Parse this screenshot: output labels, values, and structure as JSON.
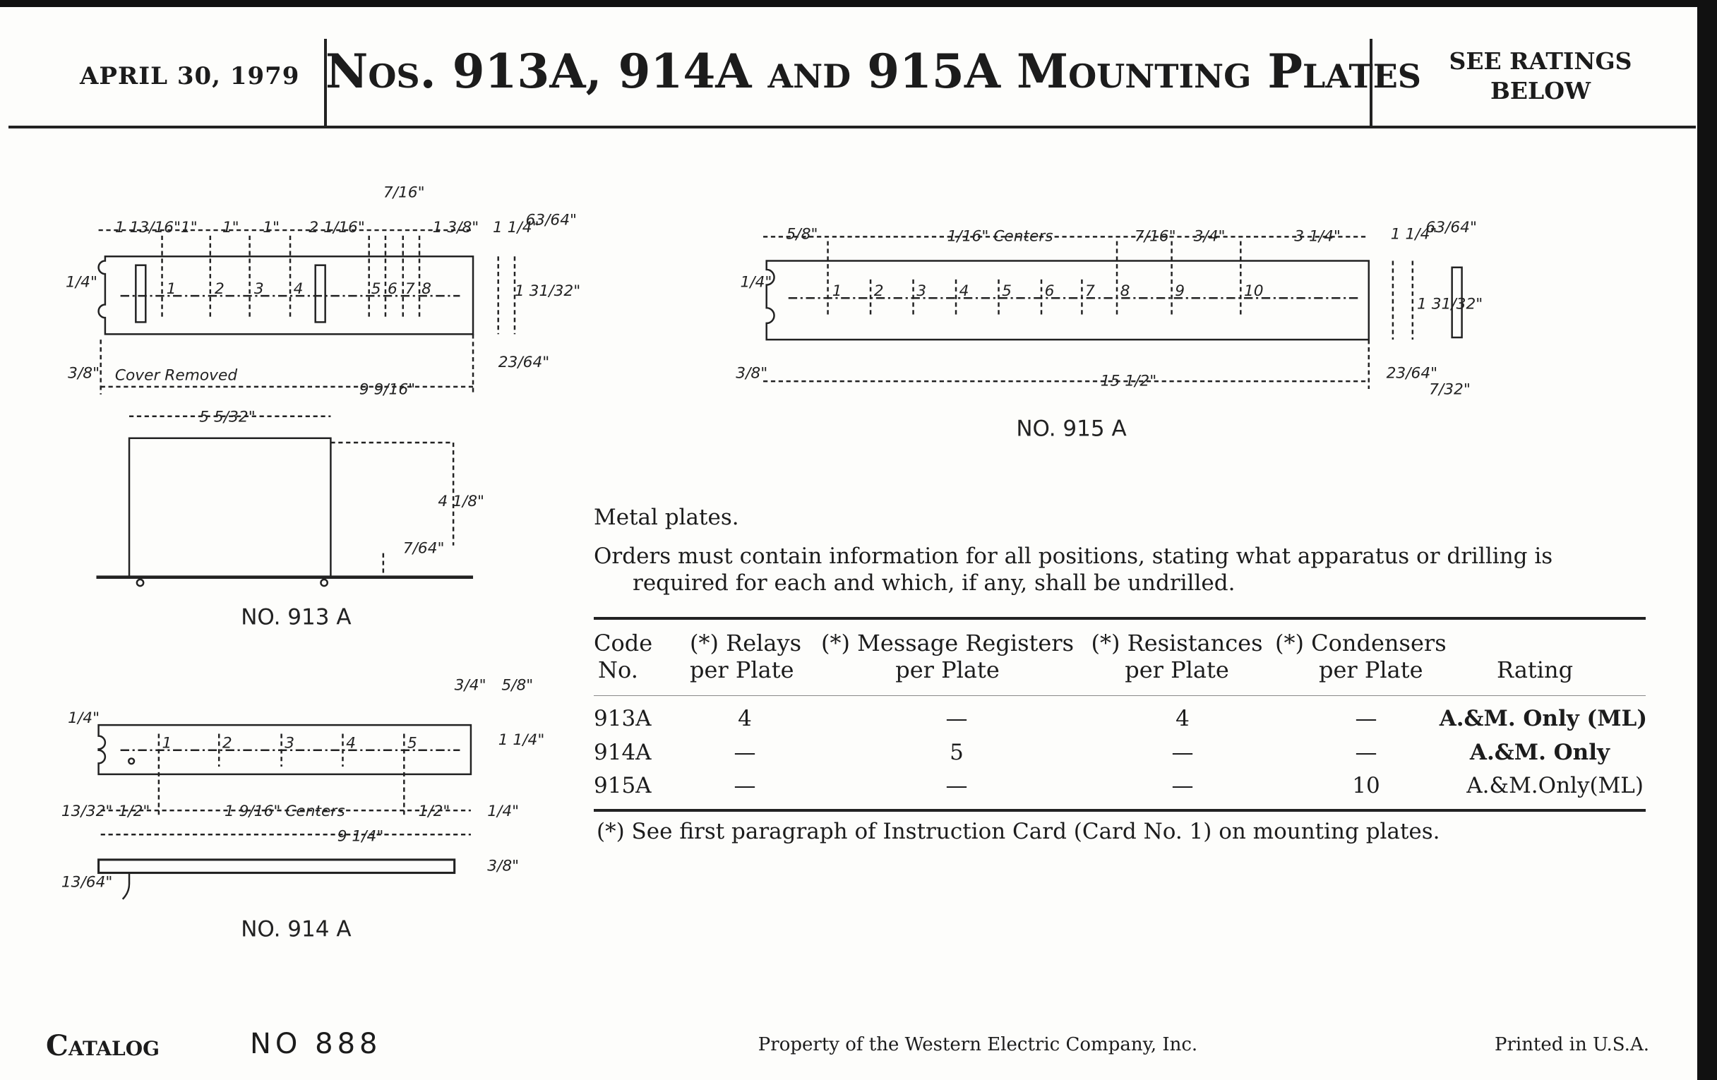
{
  "header": {
    "date": "APRIL 30, 1979",
    "title": "Nos. 913A, 914A and 915A Mounting Plates",
    "ratings_line1": "SEE RATINGS",
    "ratings_line2": "BELOW"
  },
  "drawings": {
    "d913": {
      "label": "NO. 913 A",
      "cover": "Cover Removed",
      "dims": [
        "1 13/16\"",
        "1\"",
        "1\"",
        "1\"",
        "2 1/16\"",
        "7/16\"",
        "1 3/8\"",
        "1 1/4\"",
        "63/64\"",
        "1/4\"",
        "1 31/32\"",
        "3/8\"",
        "23/64\"",
        "9 9/16\"",
        "5 5/32\"",
        "4 1/8\"",
        "7/64\""
      ],
      "positions": [
        "1",
        "2",
        "3",
        "4",
        "5",
        "6",
        "7",
        "8"
      ]
    },
    "d915": {
      "label": "NO. 915 A",
      "dims": [
        "5/8\"",
        "1/16\" Centers",
        "7/16\"",
        "3/4\"",
        "3 1/4\"",
        "1 1/4\"",
        "63/64\"",
        "1/4\"",
        "1 31/32\"",
        "3/8\"",
        "15 1/2\"",
        "23/64\"",
        "7/32\""
      ],
      "positions": [
        "1",
        "2",
        "3",
        "4",
        "5",
        "6",
        "7",
        "8",
        "9",
        "10"
      ]
    },
    "d914": {
      "label": "NO. 914 A",
      "dims": [
        "1/4\"",
        "3/4\"",
        "5/8\"",
        "1 1/4\"",
        "13/32\"",
        "1/2\"",
        "1 9/16\" Centers",
        "1/2\"",
        "1/4\"",
        "9 1/4\"",
        "13/64\"",
        "3/8\""
      ],
      "positions": [
        "1",
        "2",
        "3",
        "4",
        "5"
      ]
    }
  },
  "text": {
    "metal": "Metal plates.",
    "orders1": "Orders must contain information for all positions, stating what apparatus or drilling is",
    "orders2": "required for each and which, if any, shall be undrilled."
  },
  "table": {
    "headers": [
      [
        "Code",
        "No."
      ],
      [
        "(*) Relays",
        "per Plate"
      ],
      [
        "(*) Message Registers",
        "per Plate"
      ],
      [
        "(*) Resistances",
        "per Plate"
      ],
      [
        "(*) Condensers",
        "per Plate"
      ],
      [
        "",
        "Rating"
      ]
    ],
    "rows": [
      [
        "913A",
        "4",
        "—",
        "4",
        "—",
        "A.&M. Only (ML)"
      ],
      [
        "914A",
        "—",
        "5",
        "—",
        "—",
        "A.&M. Only"
      ],
      [
        "915A",
        "—",
        "—",
        "—",
        "10",
        "A.&M.Only(ML)"
      ]
    ],
    "footnote": "(*)  See first paragraph of Instruction Card (Card No. 1) on mounting plates."
  },
  "footer": {
    "catalog": "Catalog",
    "number": "NO 888",
    "property": "Property of the Western Electric Company, Inc.",
    "printed": "Printed in U.S.A."
  }
}
